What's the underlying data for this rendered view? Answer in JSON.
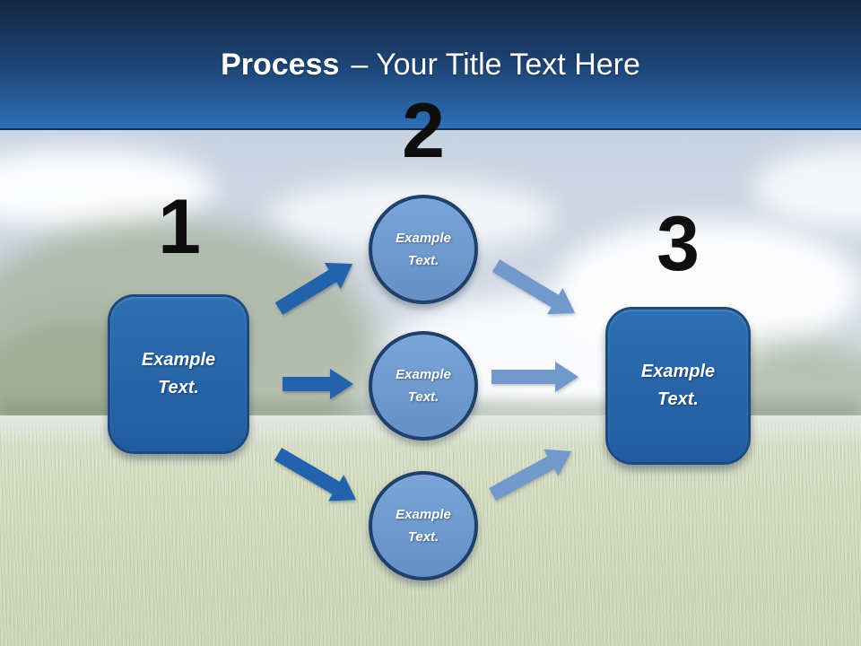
{
  "title": {
    "bold": "Process",
    "rest": "– Your Title Text Here"
  },
  "numbers": {
    "n1": "1",
    "n2": "2",
    "n3": "3"
  },
  "left_box": {
    "line1": "Example",
    "line2": "Text."
  },
  "right_box": {
    "line1": "Example",
    "line2": "Text."
  },
  "circles": [
    {
      "line1": "Example",
      "line2": "Text."
    },
    {
      "line1": "Example",
      "line2": "Text."
    },
    {
      "line1": "Example",
      "line2": "Text."
    }
  ],
  "colors": {
    "header_top": "#142743",
    "header_bottom": "#2f70b5",
    "title_text": "#ffffff",
    "number_ink": "#0e0e0e",
    "box_fill_top": "#2e6fb2",
    "box_fill_bottom": "#215c9e",
    "box_border": "#1b4a7e",
    "circle_fill_top": "#7aa5d8",
    "circle_fill_bottom": "#6390c5",
    "circle_border": "#203f6a",
    "arrow_left": "#2263ab",
    "arrow_right": "#7299cb"
  }
}
